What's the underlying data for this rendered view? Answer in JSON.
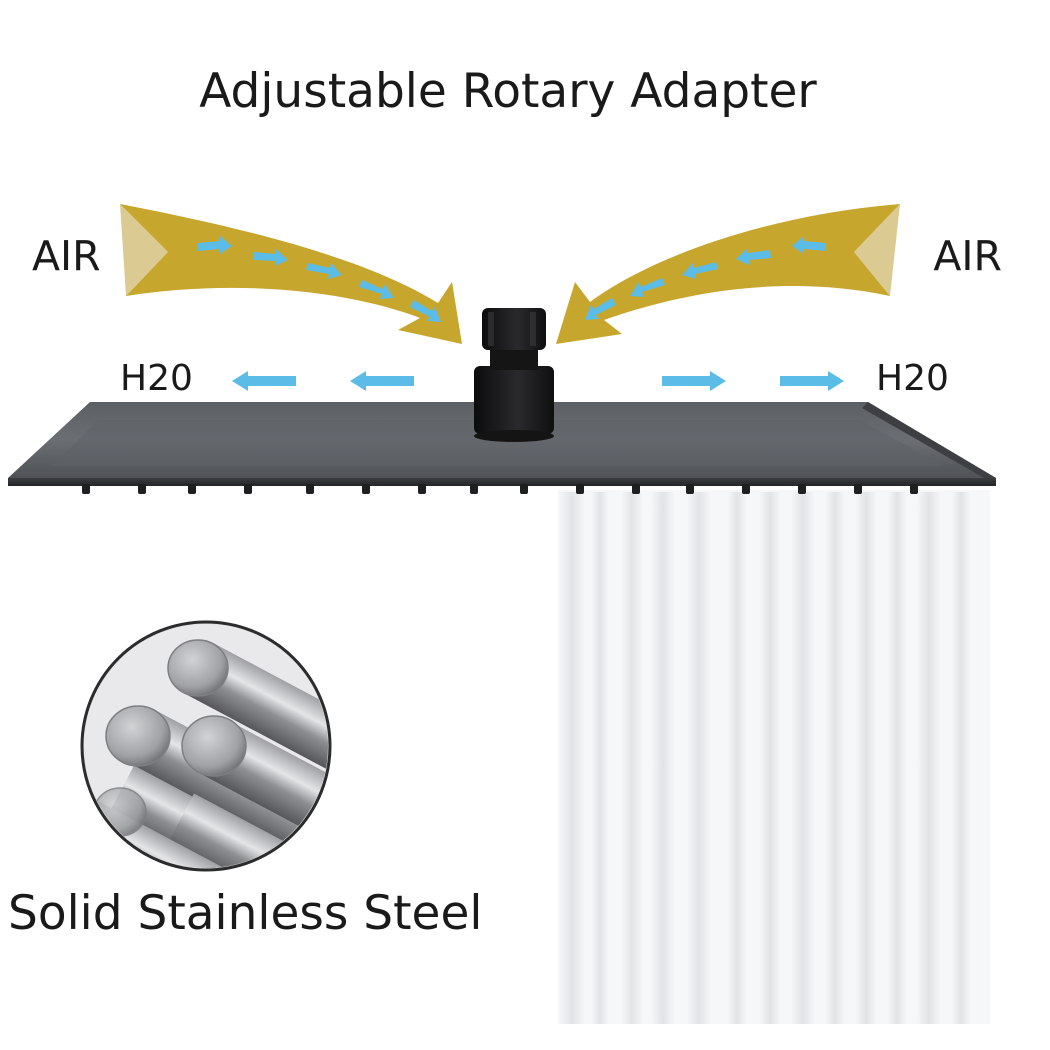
{
  "title": "Adjustable Rotary Adapter",
  "labels": {
    "air_left": "AIR",
    "air_right": "AIR",
    "h2o_left": "H20",
    "h2o_right": "H20"
  },
  "caption": "Solid Stainless Steel",
  "colors": {
    "air_arrow": "#c7a62e",
    "flow_arrow": "#5cbce8",
    "shower_plate": "#56595e",
    "adapter": "#1b1b1d",
    "water": "#dfe1e4",
    "text": "#1a1a1a"
  }
}
